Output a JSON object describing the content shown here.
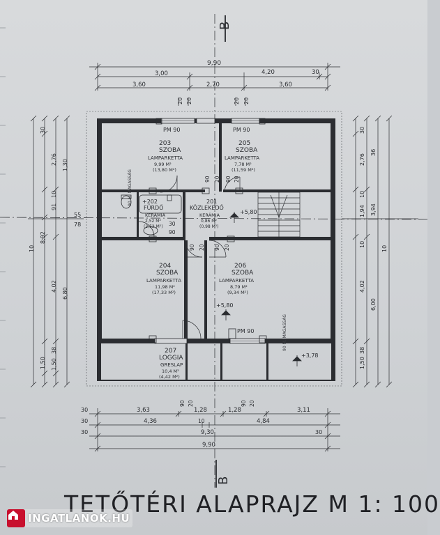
{
  "title": "TETŐTÉRI ALAPRAJZ M 1: 100",
  "section_marks": {
    "top": "B",
    "bottom": "B"
  },
  "rooms": [
    {
      "id": "203",
      "name": "SZOBA",
      "floor": "LAMPARKETTA",
      "area": "9,99 M²",
      "area_sub": "(13,80 M²)"
    },
    {
      "id": "205",
      "name": "SZOBA",
      "floor": "LAMPARKETTA",
      "area": "7,78 M²",
      "area_sub": "(11,59 M²)"
    },
    {
      "id": "+202",
      "name": "FÜRDŐ",
      "floor": "KERÁMIA",
      "area": "2,52 M²",
      "area_sub": "(2,52 M²)"
    },
    {
      "id": "201",
      "name": "KÖZLEKEDŐ",
      "floor": "KERÁMIA",
      "area": "0,86 M²",
      "area_sub": "(0,98 M²)"
    },
    {
      "id": "204",
      "name": "SZOBA",
      "floor": "LAMPARKETTA",
      "area": "11,98 M²",
      "area_sub": "(17,33 M²)"
    },
    {
      "id": "206",
      "name": "SZOBA",
      "floor": "LAMPARKETTA",
      "area": "8,79 M²",
      "area_sub": "(9,34 M²)"
    },
    {
      "id": "207",
      "name": "LOGGIA",
      "floor": "GRESLAP",
      "area": "10,4 M²",
      "area_sub": "(4,42 M²)"
    }
  ],
  "labels": {
    "pm_left": "PM 90",
    "pm_right": "PM 90",
    "pm_lower": "PM 90",
    "height_note_left": "90 M. MAGASSÁG",
    "height_note_right": "90 M. MAGASSÁG",
    "level_stair": "+5,80",
    "level_center": "+5,80",
    "level_loggia": "+3,78"
  },
  "dimensions": {
    "top_total": "9,90",
    "top_row1": [
      "3,00",
      "4,20",
      "30"
    ],
    "top_row2": [
      "3,60",
      "2,70",
      "3,60"
    ],
    "top_small": [
      "20",
      "20",
      "20",
      "20"
    ],
    "bottom_row1": [
      "3,63",
      "1,28",
      "1,28",
      "3,11"
    ],
    "bottom_row2": [
      "4,36",
      "10",
      "4,84"
    ],
    "bottom_row3": "9,30",
    "bottom_total": "9,90",
    "bottom_pairs": [
      "90",
      "20",
      "90",
      "20"
    ],
    "bottom_edge": [
      "30",
      "30",
      "30",
      "30"
    ],
    "left_side": [
      "30",
      "2,76",
      "1,30",
      "10",
      "91",
      "8,92",
      "4,02",
      "6,80",
      "38",
      "1,50",
      "1,50"
    ],
    "left_outer": "10",
    "right_side": [
      "30",
      "2,76",
      "36",
      "10",
      "1,94",
      "3,94",
      "10",
      "4,02",
      "6,00",
      "38",
      "1,50",
      "10"
    ],
    "mid_left": [
      "55",
      "78"
    ],
    "inner": [
      "90",
      "20",
      "90",
      "20",
      "90",
      "20",
      "90",
      "20",
      "30",
      "90"
    ]
  },
  "watermark": "INGATLANOK.HU",
  "colors": {
    "ink": "#2b2d31",
    "paper": "#d3d5d8",
    "brand": "#c8102e"
  }
}
